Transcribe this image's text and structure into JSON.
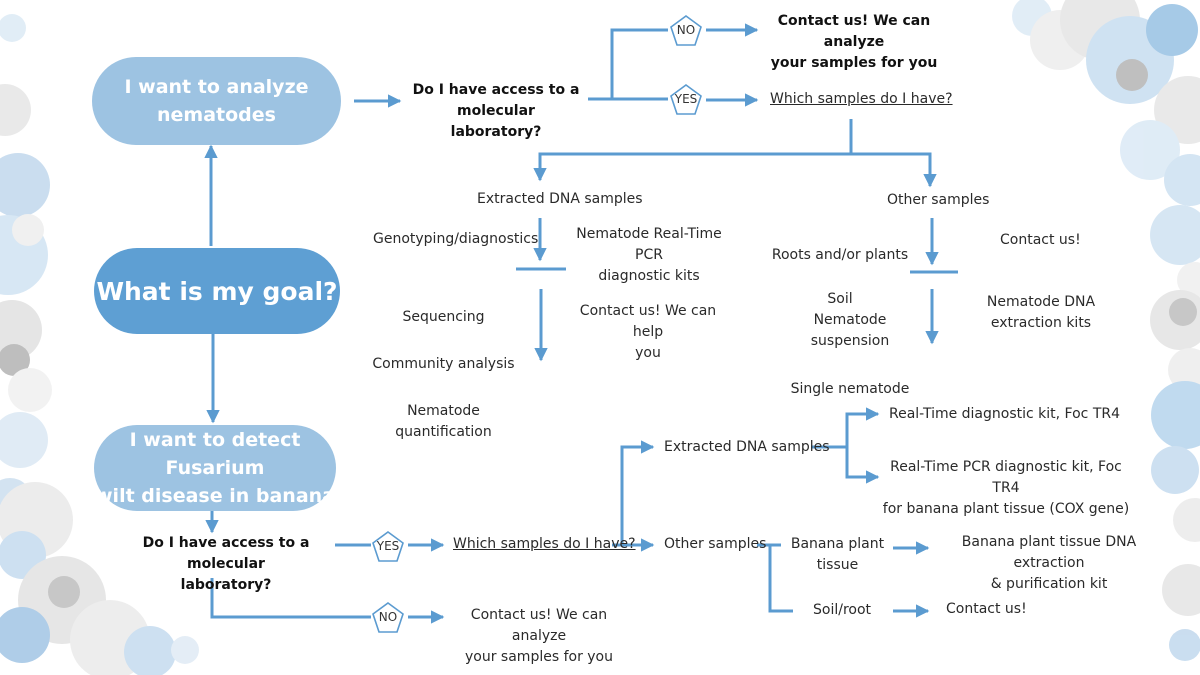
{
  "colors": {
    "arrow": "#5b9bd0",
    "pill_light": "#9dc3e2",
    "pill_main": "#5e9fd3",
    "badge_border": "#5b9bd0"
  },
  "pills": {
    "analyze_nematodes": "I want to analyze\nnematodes",
    "goal": "What is my goal?",
    "detect_fusarium": "I want to detect Fusarium\nwilt disease in banana"
  },
  "nematodes": {
    "question": "Do I have access to a\nmolecular laboratory?",
    "no_badge": "NO",
    "yes_badge": "YES",
    "contact_analyze": "Contact us! We can analyze\nyour samples for you",
    "which_samples": "Which samples do I have?",
    "dna": {
      "title": "Extracted DNA samples",
      "left": "Genotyping/diagnostics",
      "right": "Nematode Real-Time PCR\ndiagnostic kits",
      "list": [
        "Sequencing",
        "Community analysis",
        "Nematode quantification"
      ],
      "contact_help": "Contact us! We can help\nyou"
    },
    "other": {
      "title": "Other samples",
      "left": [
        "Roots and/or plants",
        "Soil"
      ],
      "contact": "Contact us!",
      "list": [
        "Nematode suspension",
        "Single nematode"
      ],
      "kits": "Nematode DNA\nextraction kits"
    }
  },
  "fusarium": {
    "question": "Do I have access to a molecular\nlaboratory?",
    "yes_badge": "YES",
    "no_badge": "NO",
    "which_samples": "Which samples do I have?",
    "contact_analyze": "Contact us! We can analyze\nyour samples for you",
    "dna": {
      "title": "Extracted DNA samples",
      "kit1": "Real-Time diagnostic kit, Foc TR4",
      "kit2": "Real-Time PCR diagnostic kit, Foc TR4\nfor banana plant tissue (COX gene)"
    },
    "other": {
      "title": "Other samples",
      "banana": "Banana plant\ntissue",
      "banana_kit": "Banana plant tissue DNA extraction\n& purification kit",
      "soil": "Soil/root",
      "contact": "Contact us!"
    }
  }
}
